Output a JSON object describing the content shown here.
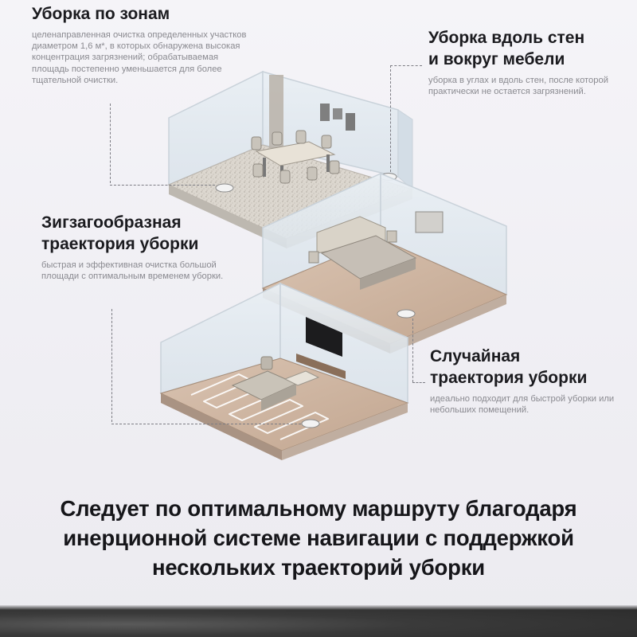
{
  "features": {
    "zone": {
      "title": "Уборка по зонам",
      "desc": "целенаправленная очистка определенных участков диаметром 1,6 м*, в которых обнаружена высокая концентрация загрязнений; обрабатываемая площадь постепенно уменьшается для более тщательной очистки."
    },
    "walls": {
      "title_line1": "Уборка вдоль стен",
      "title_line2": "и вокруг мебели",
      "desc": "уборка в углах и вдоль стен, после которой практически не остается загрязнений."
    },
    "zigzag": {
      "title_line1": "Зигзагообразная",
      "title_line2": "траектория уборки",
      "desc": "быстрая и эффективная очистка большой площади с оптимальным временем уборки."
    },
    "random": {
      "title_line1": "Случайная",
      "title_line2": "траектория уборки",
      "desc": "идеально подходит для быстрой уборки или небольших помещений."
    }
  },
  "caption": {
    "line1": "Следует по оптимальному маршруту благодаря",
    "line2": "инерционной системе навигации с поддержкой",
    "line3": "нескольких траекторий уборки"
  },
  "colors": {
    "heading": "#1b1b1f",
    "description": "#8a8a90",
    "floor_wood": "#cdb39f",
    "floor_granite": "#d9d4cc",
    "glass_wall": "#dfe8ef"
  }
}
